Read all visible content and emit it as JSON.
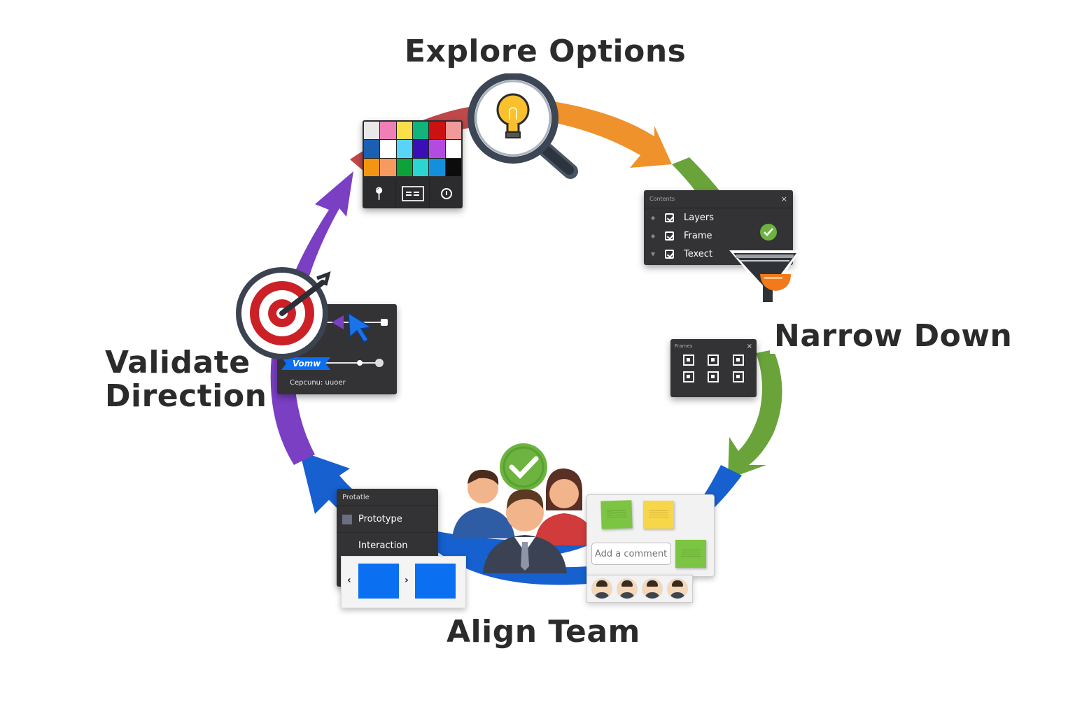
{
  "titles": {
    "explore": "Explore Options",
    "narrow": "Narrow Down",
    "align": "Align Team",
    "validate_line1": "Validate",
    "validate_line2": "Direction"
  },
  "colors": {
    "arrow_top": "#c0474a",
    "arrow_orange": "#f0922b",
    "arrow_green": "#6aa33a",
    "arrow_blue": "#1660d0",
    "arrow_purple": "#7b3fc4",
    "accent_blue": "#0a6ff0"
  },
  "layers_panel": {
    "header": "Contents",
    "close": "×",
    "items": [
      "Layers",
      "Frame",
      "Texect"
    ]
  },
  "icon_grid_panel": {
    "header": "Frames",
    "close": "×"
  },
  "validate_panel": {
    "tag": "Vomw",
    "footer": "Cepcunu: uuoer"
  },
  "proto_panel": {
    "header": "Protatle",
    "items": [
      "Prototype",
      "Interaction"
    ]
  },
  "carousel": {
    "prev": "‹",
    "next": "›"
  },
  "comment_panel": {
    "placeholder": "Add a comment..."
  },
  "icons": [
    "lightbulb-magnifier-icon",
    "funnel-icon",
    "team-icon",
    "check-icon",
    "target-icon",
    "cursor-icon",
    "pin-icon",
    "layout-icon",
    "clock-icon"
  ]
}
